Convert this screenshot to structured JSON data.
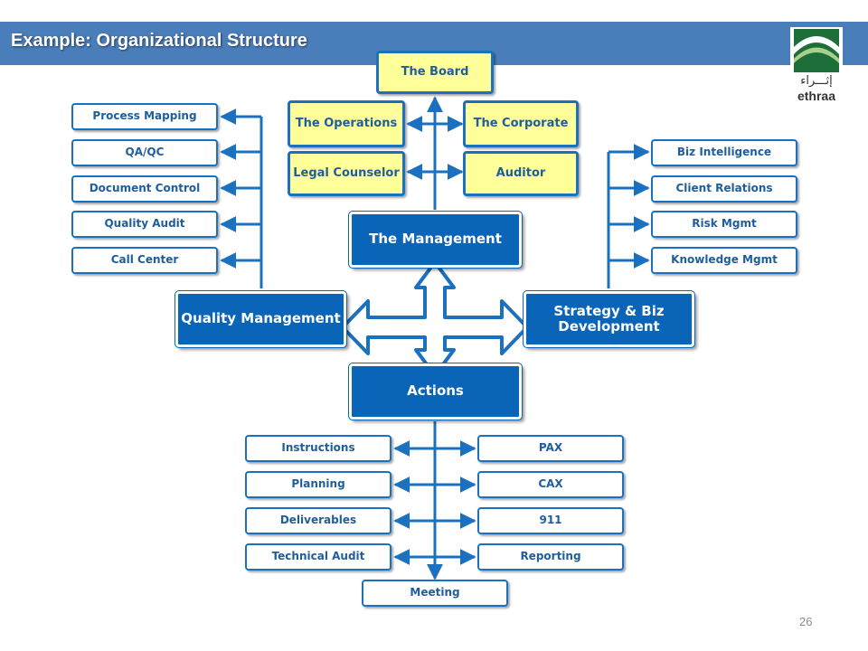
{
  "header": {
    "title": "Example: Organizational Structure"
  },
  "logo": {
    "arabic": "إثـــراء",
    "latin": "ethraa"
  },
  "top": {
    "board": "The Board",
    "operations": "The Operations",
    "corporate": "The Corporate",
    "legal": "Legal Counselor",
    "auditor": "Auditor"
  },
  "hubs": {
    "management": "The Management",
    "quality": "Quality Management",
    "strategy": "Strategy & Biz Development",
    "actions": "Actions"
  },
  "quality_items": [
    "Process Mapping",
    "QA/QC",
    "Document Control",
    "Quality Audit",
    "Call Center"
  ],
  "strategy_items": [
    "Biz Intelligence",
    "Client Relations",
    "Risk Mgmt",
    "Knowledge Mgmt"
  ],
  "actions_left": [
    "Instructions",
    "Planning",
    "Deliverables",
    "Technical Audit"
  ],
  "actions_right": [
    "PAX",
    "CAX",
    "911",
    "Reporting"
  ],
  "meeting": "Meeting",
  "page_number": "26",
  "colors": {
    "banner": "#4a7ebb",
    "hub_blue": "#0a64b8",
    "connector": "#1b70c0",
    "highlight": "#ffff99"
  }
}
